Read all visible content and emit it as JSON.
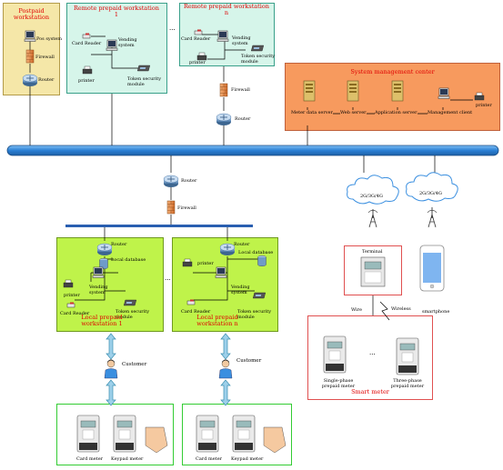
{
  "postpaid": {
    "title_line1": "Postpaid",
    "title_line2": "workstation",
    "pos_system": "Pos system",
    "firewall": "Firewall",
    "router": "Router"
  },
  "remote1": {
    "title": "Remote prepaid workstation 1",
    "card_reader": "Card Reader",
    "vending": "Vending system",
    "printer": "printer",
    "token": "Token security module"
  },
  "remote_ellipsis": "...",
  "remoten": {
    "title": "Remote prepaid workstation n",
    "card_reader": "Card Reader",
    "vending": "Vending system",
    "printer": "printer",
    "token": "Token security module"
  },
  "remote_path": {
    "firewall": "Firewall",
    "router": "Router"
  },
  "smc": {
    "title": "System management center",
    "meter_data_server": "Meter data server",
    "web_server": "Web server",
    "application_server": "Application server",
    "management_client": "Management client",
    "printer": "printer"
  },
  "backbone": {
    "router": "Router",
    "firewall": "Firewall"
  },
  "local1": {
    "router": "Router",
    "local_database": "Local database",
    "printer": "printer",
    "vending": "Vending system",
    "card_reader": "Card Reader",
    "token": "Token security module",
    "title_line1": "Local prepaid",
    "title_line2": "workstation 1"
  },
  "local_ellipsis": "...",
  "localn": {
    "router": "Router",
    "local_database": "Local database",
    "printer": "printer",
    "vending": "Vending system",
    "card_reader": "Card Reader",
    "token": "Token security module",
    "title_line1": "Local prepaid",
    "title_line2": "workstation n"
  },
  "customer_label": "Customer",
  "meters1": {
    "card_meter": "Card meter",
    "keypad_meter": "Keypad meter"
  },
  "metersn": {
    "card_meter": "Card meter",
    "keypad_meter": "Keypad meter"
  },
  "cloud1": "2G/3G/4G",
  "cloud2": "2G/3G/4G",
  "terminal": "Terminal",
  "smartphone": "smartphone",
  "wire": "Wire",
  "wireless": "Wireless",
  "smart_meter": {
    "single": "Single-phase prepaid meter",
    "three": "Three-phase prepaid meter",
    "ellipsis": "...",
    "title": "Smart meter"
  },
  "colors": {
    "postpaid_fill": "#f5e7a8",
    "remote_fill": "#d6f5ea",
    "smc_fill": "#f79a5e",
    "local_fill": "#bff34a",
    "bus_fill": "#2a7fd4",
    "red_text": "#e00000",
    "meter_border": "#33cc33"
  }
}
